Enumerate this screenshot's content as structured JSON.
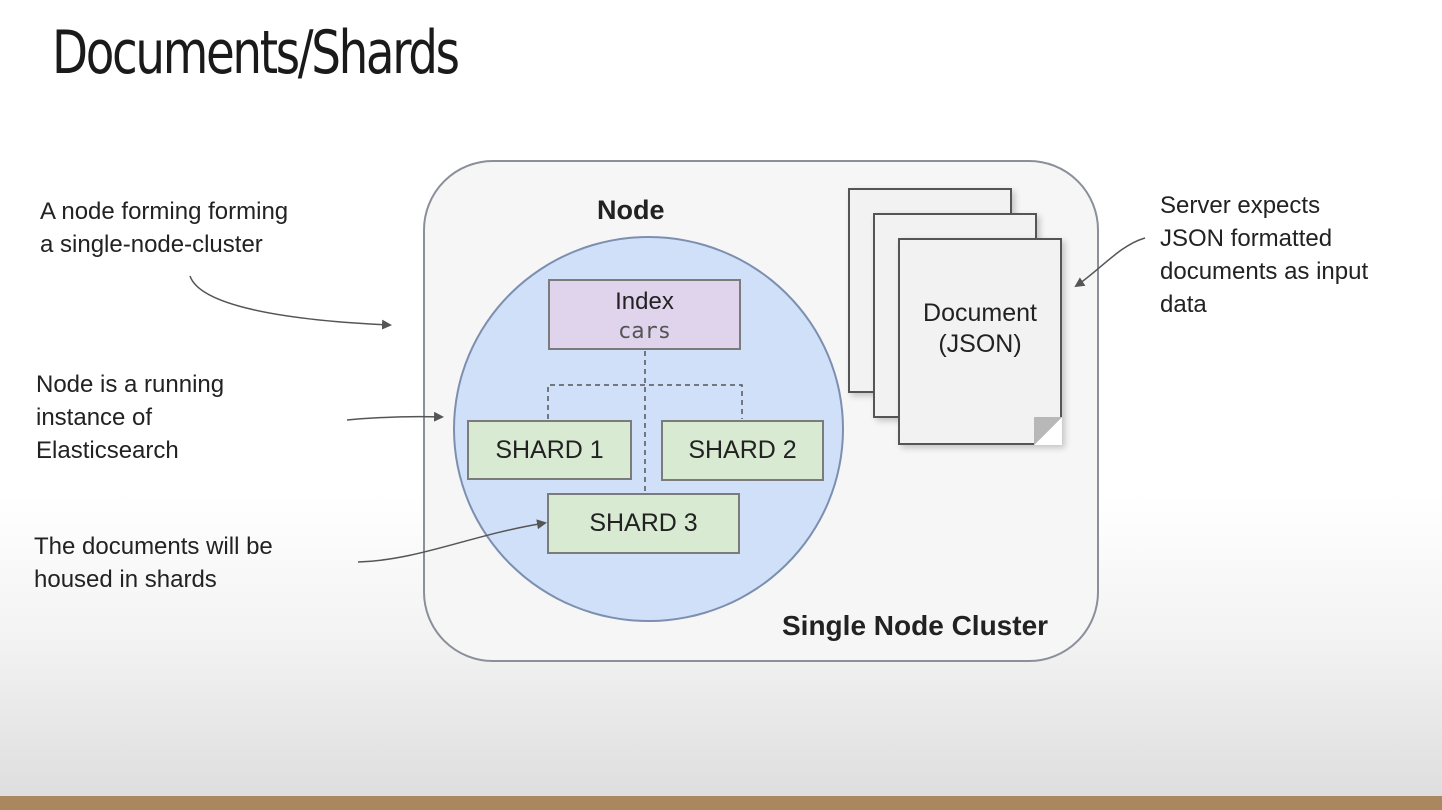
{
  "slide": {
    "title": "Documents/Shards",
    "accent_bar_color": "#a9875f"
  },
  "diagram": {
    "cluster_label": "Single Node Cluster",
    "node_label": "Node",
    "index": {
      "title": "Index",
      "name": "cars"
    },
    "shards": [
      "SHARD 1",
      "SHARD 2",
      "SHARD 3"
    ],
    "document": {
      "line1": "Document",
      "line2": "(JSON)",
      "stack_count": 3
    }
  },
  "annotations": {
    "node_forming": [
      "A node forming forming",
      "a single-node-cluster"
    ],
    "node_instance": [
      "Node is a running",
      "instance of",
      "Elasticsearch"
    ],
    "documents_housed": [
      "The documents will be",
      "housed in shards"
    ],
    "server_expects": [
      "Server expects",
      "JSON formatted",
      "documents as input",
      "data"
    ]
  }
}
